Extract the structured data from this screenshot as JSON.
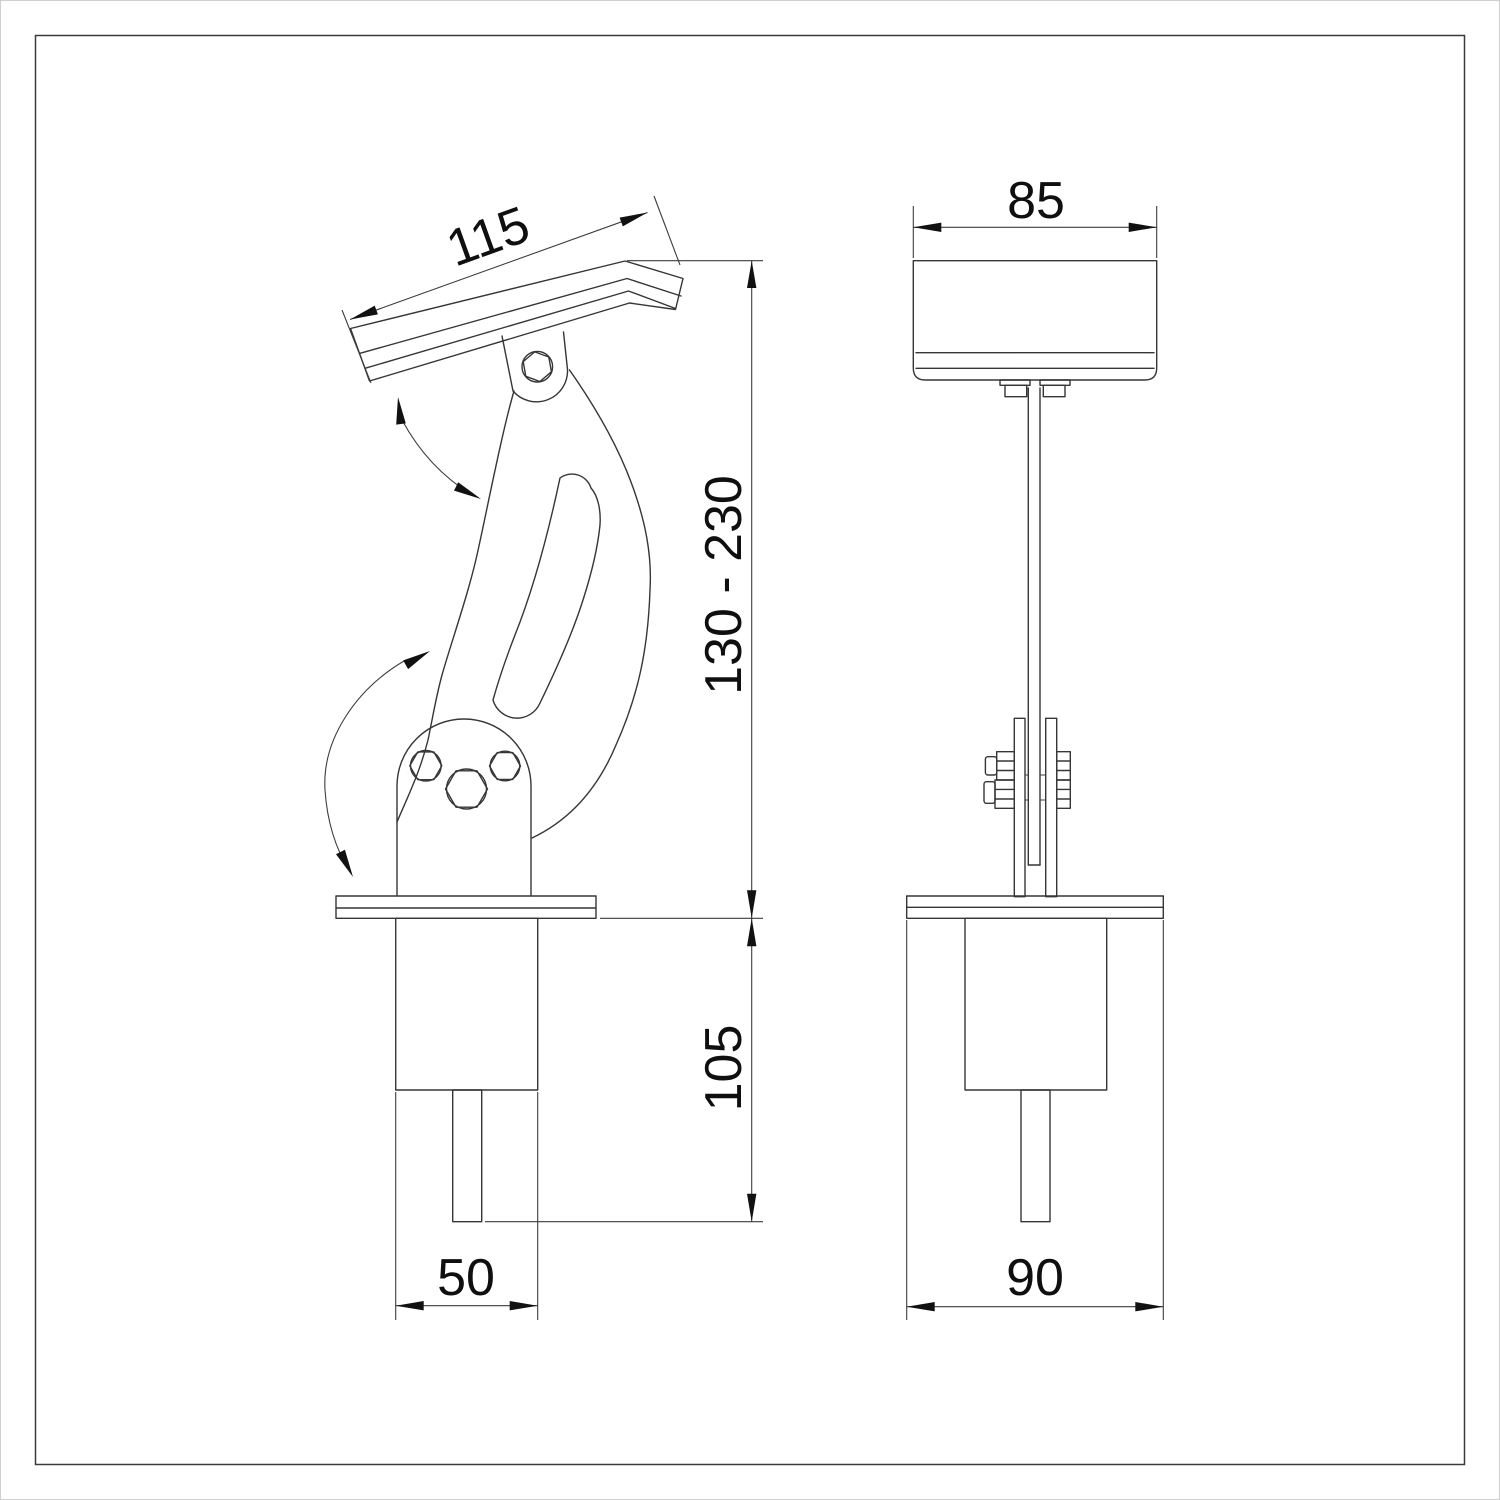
{
  "document": {
    "kind": "technical drawing, adjustable pedal / bracket, two orthographic views",
    "colors": {
      "background": "#ffffff",
      "frame": "#3a3a3a",
      "outline": "#363636",
      "dimension_lines": "#3d3d3d",
      "text": "#0f0f0f"
    },
    "views": {
      "side_view": {
        "name": "side view",
        "dimensions": {
          "pedal_length": "115",
          "height_range": "130 - 230",
          "base_height": "105",
          "post_width": "50"
        }
      },
      "front_view": {
        "name": "front view",
        "dimensions": {
          "pedal_width": "85",
          "base_width": "90"
        }
      }
    }
  }
}
